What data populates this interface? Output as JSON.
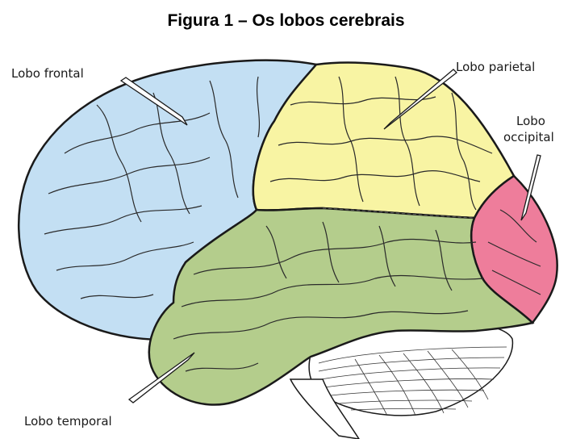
{
  "title": "Figura 1 – Os lobos cerebrais",
  "labels": {
    "frontal": "Lobo frontal",
    "parietal": "Lobo parietal",
    "occipital_line1": "Lobo",
    "occipital_line2": "occipital",
    "temporal": "Lobo temporal"
  },
  "colors": {
    "frontal": "#c3dff3",
    "parietal": "#f8f4a3",
    "occipital": "#ee7d9b",
    "temporal": "#b4cd8c",
    "cerebellum": "#ffffff",
    "outline": "#1a1a1a"
  },
  "icons": [
    "arrow-pointer"
  ]
}
